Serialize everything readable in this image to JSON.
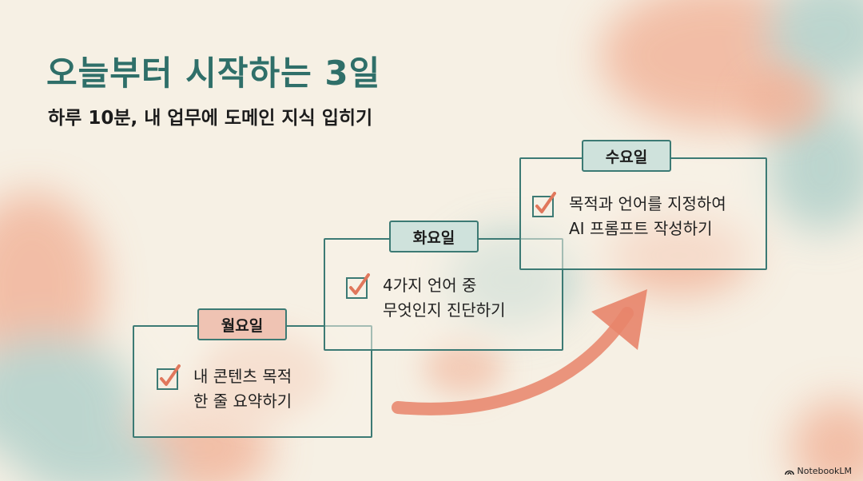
{
  "title": "오늘부터 시작하는 3일",
  "subtitle": "하루 10분, 내 업무에 도메인 지식 입히기",
  "steps": [
    {
      "day": "월요일",
      "lines": [
        "내 콘텐츠 목적",
        "한 줄 요약하기"
      ],
      "checked": true
    },
    {
      "day": "화요일",
      "lines": [
        "4가지 언어 중",
        "무엇인지 진단하기"
      ],
      "checked": true
    },
    {
      "day": "수요일",
      "lines": [
        "목적과 언어를 지정하여",
        "AI 프롬프트 작성하기"
      ],
      "checked": true
    }
  ],
  "brand": "NotebookLM",
  "colors": {
    "teal": "#2f6f69",
    "border": "#3c7a74",
    "check": "#e0775c",
    "arrow": "#e8846a"
  }
}
